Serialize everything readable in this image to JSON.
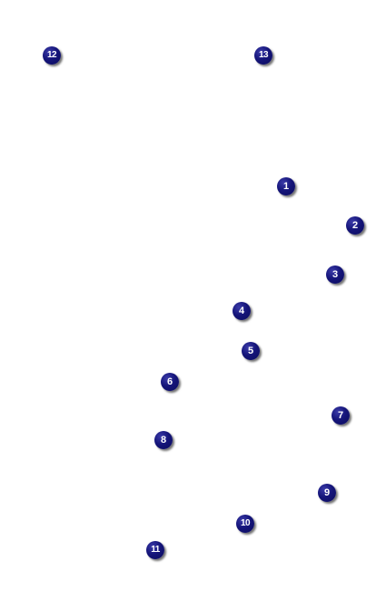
{
  "markers": [
    {
      "label": "1"
    },
    {
      "label": "2"
    },
    {
      "label": "3"
    },
    {
      "label": "4"
    },
    {
      "label": "5"
    },
    {
      "label": "6"
    },
    {
      "label": "7"
    },
    {
      "label": "8"
    },
    {
      "label": "9"
    },
    {
      "label": "10"
    },
    {
      "label": "11"
    },
    {
      "label": "12"
    },
    {
      "label": "13"
    }
  ],
  "colors": {
    "marker_fill": "#15157a",
    "marker_text": "#ffffff",
    "background": "#ffffff"
  }
}
